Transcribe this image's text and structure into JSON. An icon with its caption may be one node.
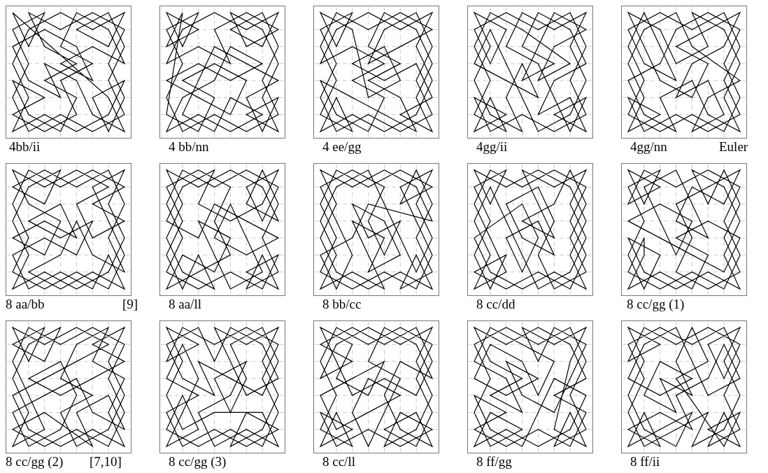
{
  "diagram": {
    "labels": [
      "4bb/ii",
      "4 bb/nn",
      "4 ee/gg",
      "4gg/ii",
      "4gg/nn",
      "Euler",
      "8 aa/bb",
      "[9]",
      "8 aa/ll",
      "8 bb/cc",
      "8 cc/dd",
      "8 cc/gg (1)",
      "8 cc/gg (2)",
      "[7,10]",
      "8 cc/gg (3)",
      "8 cc/ll",
      "8 ff/gg",
      "8 ff/ii"
    ]
  }
}
